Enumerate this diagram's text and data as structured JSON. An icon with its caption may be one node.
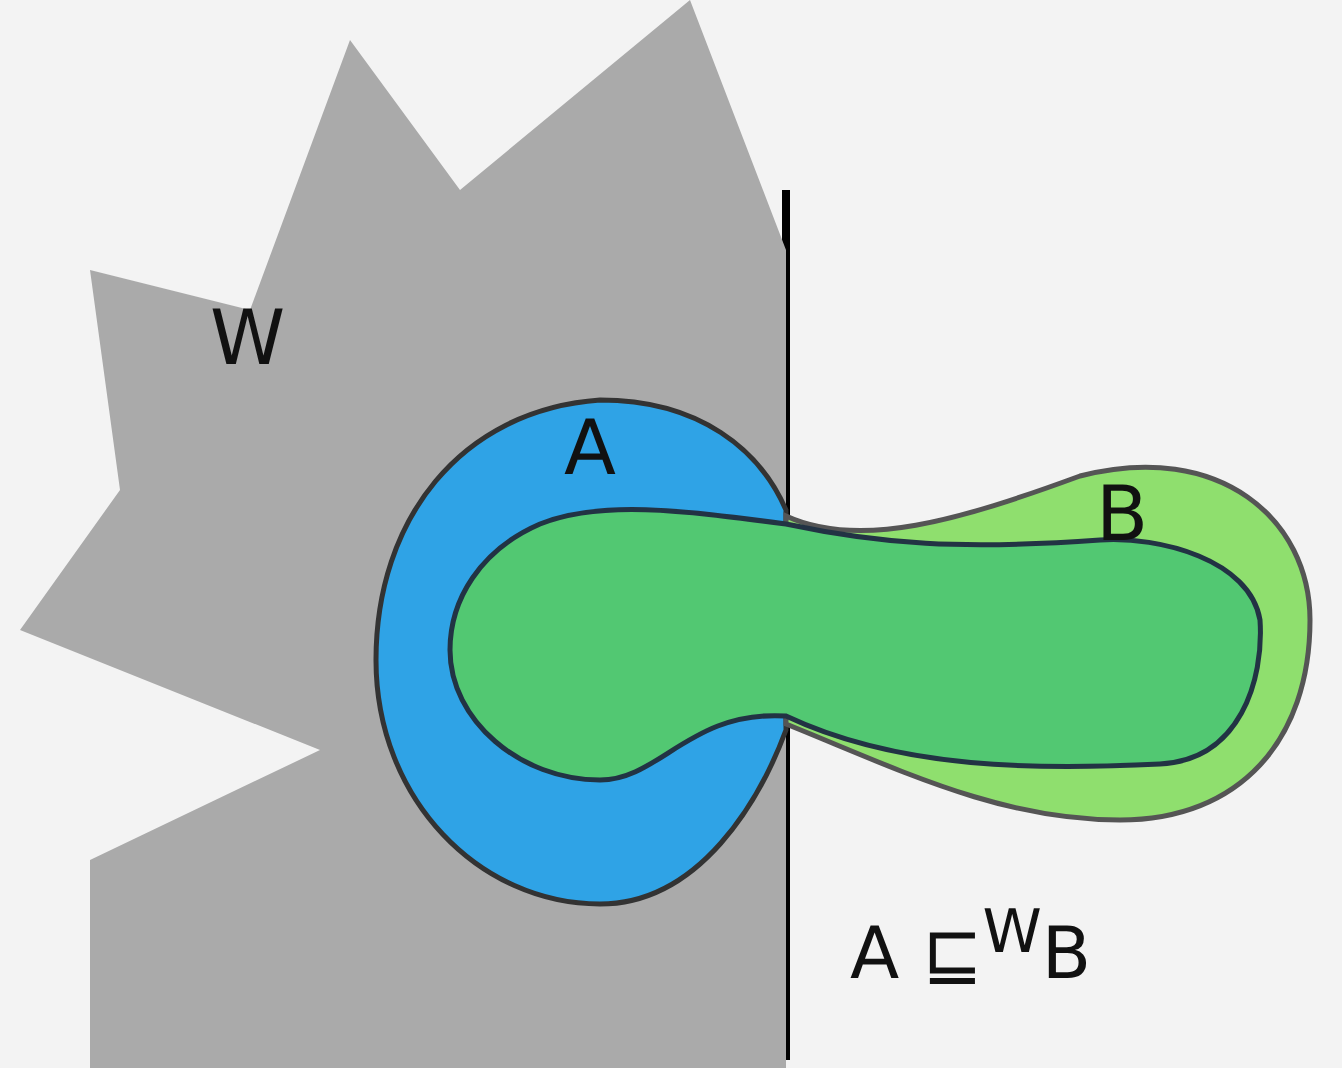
{
  "diagram": {
    "nodes": [
      {
        "text": [
          "W"
        ]
      },
      {
        "text": [
          "A"
        ],
        "in": 0
      },
      {
        "text": [
          "B"
        ]
      }
    ],
    "labels": [
      "A ⊑$^{W}$B"
    ]
  }
}
